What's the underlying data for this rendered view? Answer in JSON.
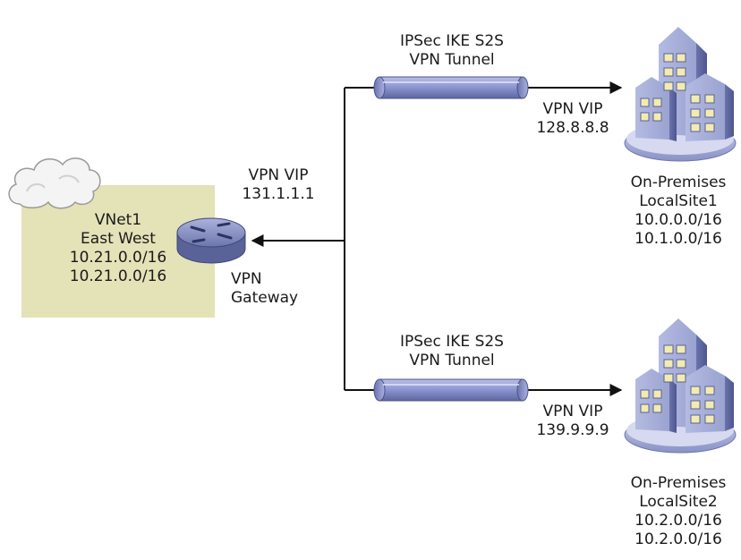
{
  "vnet": {
    "name": "VNet1",
    "region": "East West",
    "address_spaces": [
      "10.21.0.0/16",
      "10.21.0.0/16"
    ]
  },
  "gateway": {
    "vip_label": "VPN VIP",
    "vip": "131.1.1.1",
    "label_line1": "VPN",
    "label_line2": "Gateway"
  },
  "tunnels": [
    {
      "title_line1": "IPSec IKE S2S",
      "title_line2": "VPN Tunnel",
      "remote_vip_label": "VPN VIP",
      "remote_vip": "128.8.8.8",
      "site": {
        "line1": "On-Premises",
        "name": "LocalSite1",
        "address_spaces": [
          "10.0.0.0/16",
          "10.1.0.0/16"
        ]
      }
    },
    {
      "title_line1": "IPSec IKE S2S",
      "title_line2": "VPN Tunnel",
      "remote_vip_label": "VPN VIP",
      "remote_vip": "139.9.9.9",
      "site": {
        "line1": "On-Premises",
        "name": "LocalSite2",
        "address_spaces": [
          "10.2.0.0/16",
          "10.2.0.0/16"
        ]
      }
    }
  ],
  "colors": {
    "vnet_fill": "#e4e2b7",
    "tunnel": "#8f98d4",
    "router": "#7c86b8",
    "building": "#9ba3cf",
    "window": "#f3ebb0"
  }
}
